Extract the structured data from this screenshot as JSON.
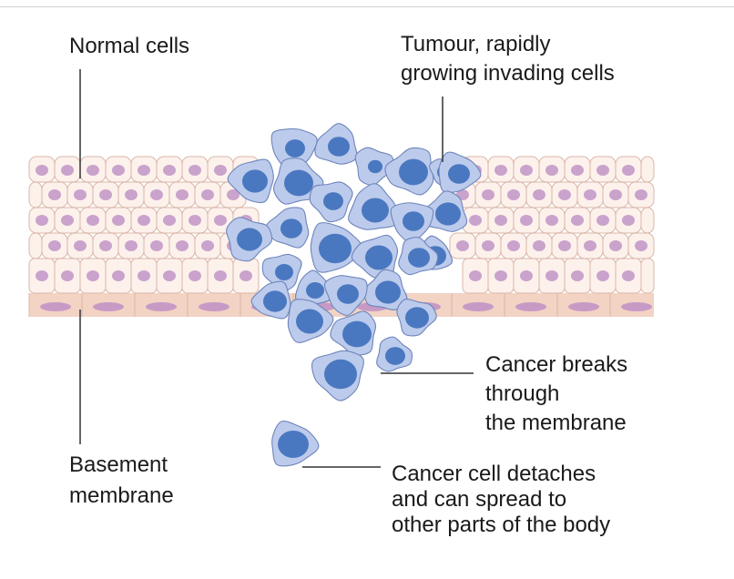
{
  "labels": {
    "normal_cells": "Normal cells",
    "tumour_line1": "Tumour, rapidly",
    "tumour_line2": "growing invading cells",
    "breaks_line1": "Cancer breaks",
    "breaks_line2": "through",
    "breaks_line3": "the membrane",
    "basement_line1": "Basement",
    "basement_line2": "membrane",
    "detach_line1": "Cancer cell detaches",
    "detach_line2": "and can spread to",
    "detach_line3": "other parts of the body"
  },
  "colors": {
    "normal_cell_fill": "#fdf1ec",
    "normal_cell_stroke": "#d9b7a8",
    "normal_nucleus": "#c9a3cc",
    "membrane_fill": "#f2d3c4",
    "membrane_nucleus": "#c79ac6",
    "cancer_cell_fill": "#bccbec",
    "cancer_cell_stroke": "#6f85bb",
    "cancer_nucleus": "#4a78c0",
    "leader_line": "#333333"
  }
}
